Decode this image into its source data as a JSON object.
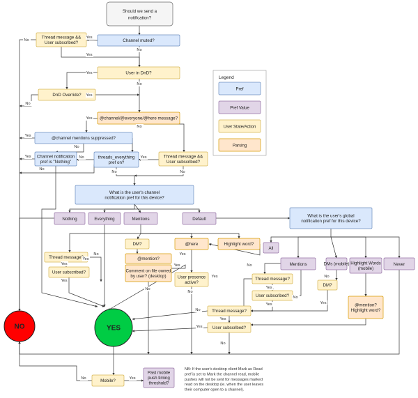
{
  "colors": {
    "pref": "#dae8fc",
    "pref_stroke": "#6c8ebf",
    "pref_value": "#e1d5e7",
    "pref_value_stroke": "#9673a6",
    "user_state": "#fff2cc",
    "user_state_stroke": "#d6b656",
    "parsing": "#ffe6cc",
    "parsing_stroke": "#d79b00",
    "start": "#f5f5f5",
    "no": "#ff0000",
    "yes": "#00cc44"
  },
  "legend": {
    "title": "Legend",
    "items": [
      {
        "key": "pref",
        "label": "Pref"
      },
      {
        "key": "pref_value",
        "label": "Pref Value"
      },
      {
        "key": "user_state",
        "label": "User State/Action"
      },
      {
        "key": "parsing",
        "label": "Parsing"
      }
    ]
  },
  "nodes": {
    "start": [
      "Should we send a",
      "notification?"
    ],
    "thread_sub_top": [
      "Thread message &&",
      "User subscribed?"
    ],
    "channel_muted": [
      "Channel muted?"
    ],
    "user_dnd": [
      "User in DnD?"
    ],
    "dnd_override": [
      "DnD Override?"
    ],
    "channel_mention_msg": [
      "@channel/@everyone/@here message?"
    ],
    "mentions_suppressed": [
      "@channel mentions suppressed?"
    ],
    "channel_pref_nothing": [
      "Channel notification",
      "pref is \"Nothing\""
    ],
    "threads_everything": [
      "threads_everything",
      "pref on?"
    ],
    "thread_sub_mid": [
      "Thread message &&",
      "User subscribed?"
    ],
    "channel_pref_q": [
      "What is the user's channel",
      "notification pref for this device?"
    ],
    "val_nothing": [
      "Nothing"
    ],
    "val_everything": [
      "Everything"
    ],
    "val_mentions": [
      "Mentions"
    ],
    "val_default": [
      "Default"
    ],
    "global_pref_q": [
      "What is the user's global",
      "notification pref for this device?"
    ],
    "dm": [
      "DM?"
    ],
    "at_here": [
      "@here"
    ],
    "highlight_word": [
      "Highlight word?"
    ],
    "thread_msg_l": [
      "Thread message?"
    ],
    "user_sub_l": [
      "User subscribed?"
    ],
    "at_mention": [
      "@mention?"
    ],
    "comment_on_file": [
      "Comment on file owned",
      "by user? (desktop)"
    ],
    "user_presence": [
      "User presence",
      "active?"
    ],
    "g_all": [
      "All"
    ],
    "g_mentions": [
      "Mentions"
    ],
    "g_dms": [
      "DMs (mobile)"
    ],
    "g_highlight": [
      "Highlight Words",
      "(mobile)"
    ],
    "g_never": [
      "Never"
    ],
    "thread_msg_r": [
      "Thread message?"
    ],
    "user_sub_r": [
      "User subscribed?"
    ],
    "dm_r": [
      "DM?"
    ],
    "mention_highlight": [
      "@mention?",
      "Highlight word?"
    ],
    "thread_msg_c": [
      "Thread message?"
    ],
    "user_sub_c": [
      "User subscribed?"
    ],
    "mobile": [
      "Mobile?"
    ],
    "push_threshold": [
      "Past mobile",
      "push timing",
      "threshold?"
    ],
    "no_end": [
      "NO"
    ],
    "yes_end": [
      "YES"
    ]
  },
  "edge_labels": {
    "yes": "Yes",
    "no": "No"
  },
  "note": [
    "NB: If the user's desktop client Mark as Read",
    "pref is set to Mark the channel read, mobile",
    "pushes will not be sent for messages marked",
    "read on the desktop (ie. when the user leaves",
    "their computer open to a channel)."
  ]
}
